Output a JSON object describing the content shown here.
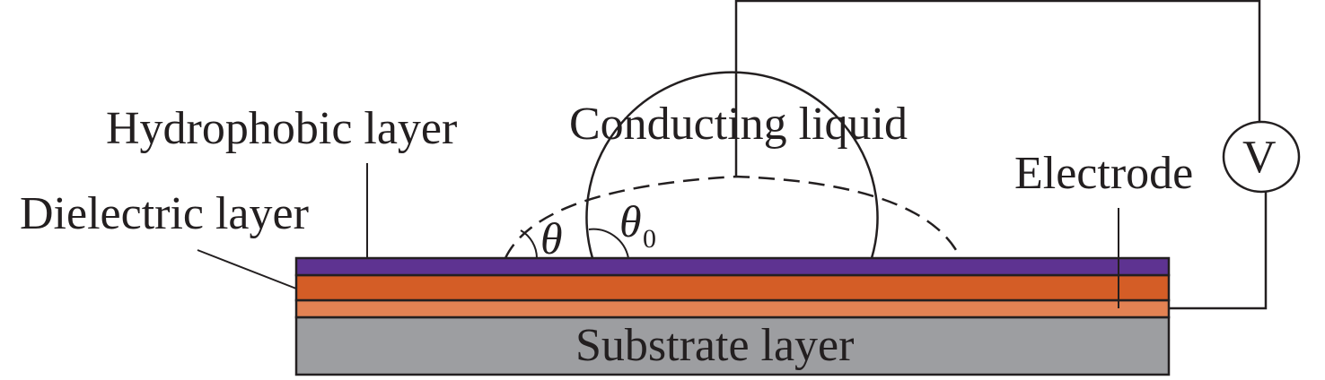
{
  "labels": {
    "hydrophobic": "Hydrophobic layer",
    "dielectric": "Dielectric layer",
    "liquid": "Conducting liquid",
    "electrode": "Electrode",
    "substrate": "Substrate layer",
    "voltage": "V",
    "theta": "θ",
    "theta0": "θ",
    "theta0_sub": "0"
  },
  "colors": {
    "hydrophobic": "#5e3391",
    "dielectric": "#d45d26",
    "electrode": "#e38253",
    "substrate": "#9d9ea1",
    "line": "#231f20"
  }
}
